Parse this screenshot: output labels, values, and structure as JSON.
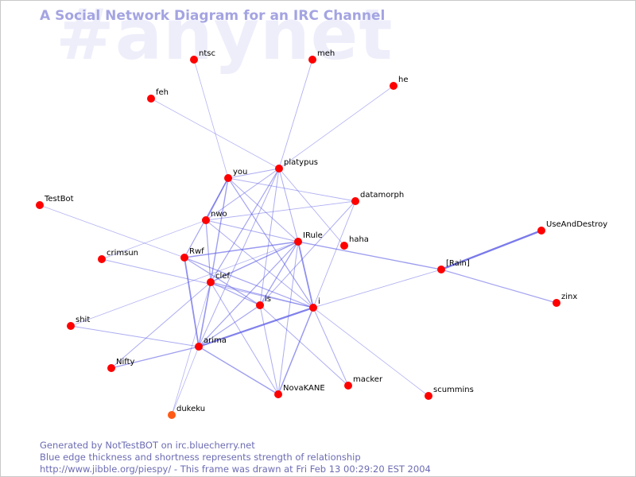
{
  "watermark": "#anynet",
  "title": "A Social Network Diagram for an IRC Channel",
  "footer": {
    "line1": "Generated by NotTestBOT on irc.bluecherry.net",
    "line2": "Blue edge thickness and shortness represents strength of relationship",
    "line3": "http://www.jibble.org/piespy/ - This frame was drawn at Fri Feb 13 00:29:20 EST 2004"
  },
  "colors": {
    "node": "#ff0000",
    "node_recent": "#ff5a14",
    "edge": "#5a5ae6",
    "title": "#a4a4e2",
    "footer": "#6c6cb4"
  },
  "nodes": [
    {
      "id": "ntsc",
      "label": "ntsc"
    },
    {
      "id": "meh",
      "label": "meh"
    },
    {
      "id": "he",
      "label": "he"
    },
    {
      "id": "feh",
      "label": "feh"
    },
    {
      "id": "platypus",
      "label": "platypus"
    },
    {
      "id": "you",
      "label": "you"
    },
    {
      "id": "datamorph",
      "label": "datamorph"
    },
    {
      "id": "TestBot",
      "label": "TestBot"
    },
    {
      "id": "nwo",
      "label": "nwo"
    },
    {
      "id": "IRule",
      "label": "IRule"
    },
    {
      "id": "haha",
      "label": "haha"
    },
    {
      "id": "UseAndDestroy",
      "label": "UseAndDestroy"
    },
    {
      "id": "crimsun",
      "label": "crimsun"
    },
    {
      "id": "Rwf",
      "label": "Rwf"
    },
    {
      "id": "IRainI",
      "label": "[Rain]"
    },
    {
      "id": "clef",
      "label": "clef"
    },
    {
      "id": "zinx",
      "label": "zinx"
    },
    {
      "id": "is",
      "label": "is"
    },
    {
      "id": "i",
      "label": "i"
    },
    {
      "id": "shit",
      "label": "shit"
    },
    {
      "id": "arima",
      "label": "arima"
    },
    {
      "id": "Nifty",
      "label": "Nifty"
    },
    {
      "id": "macker",
      "label": "macker"
    },
    {
      "id": "scummins",
      "label": "scummins"
    },
    {
      "id": "NovaKANE",
      "label": "NovaKANE"
    },
    {
      "id": "dukeku",
      "label": "dukeku",
      "recent": true
    }
  ],
  "edges": [
    {
      "from": "IRainI",
      "to": "UseAndDestroy",
      "strength": 2.4
    },
    {
      "from": "IRainI",
      "to": "zinx",
      "strength": 1.2
    },
    {
      "from": "IRainI",
      "to": "IRule",
      "strength": 1.4
    },
    {
      "from": "IRainI",
      "to": "i",
      "strength": 0.9
    },
    {
      "from": "platypus",
      "to": "meh",
      "strength": 0.9
    },
    {
      "from": "platypus",
      "to": "he",
      "strength": 0.8
    },
    {
      "from": "platypus",
      "to": "feh",
      "strength": 0.8
    },
    {
      "from": "platypus",
      "to": "you",
      "strength": 1.0
    },
    {
      "from": "platypus",
      "to": "nwo",
      "strength": 1.0
    },
    {
      "from": "platypus",
      "to": "haha",
      "strength": 0.9
    },
    {
      "from": "platypus",
      "to": "IRule",
      "strength": 1.0
    },
    {
      "from": "platypus",
      "to": "clef",
      "strength": 1.2
    },
    {
      "from": "platypus",
      "to": "is",
      "strength": 1.0
    },
    {
      "from": "platypus",
      "to": "arima",
      "strength": 1.0
    },
    {
      "from": "ntsc",
      "to": "you",
      "strength": 0.8
    },
    {
      "from": "you",
      "to": "datamorph",
      "strength": 0.9
    },
    {
      "from": "you",
      "to": "nwo",
      "strength": 1.6
    },
    {
      "from": "you",
      "to": "Rwf",
      "strength": 1.2
    },
    {
      "from": "you",
      "to": "clef",
      "strength": 1.4
    },
    {
      "from": "you",
      "to": "IRule",
      "strength": 1.0
    },
    {
      "from": "you",
      "to": "i",
      "strength": 1.2
    },
    {
      "from": "datamorph",
      "to": "is",
      "strength": 1.0
    },
    {
      "from": "datamorph",
      "to": "nwo",
      "strength": 0.9
    },
    {
      "from": "datamorph",
      "to": "i",
      "strength": 0.9
    },
    {
      "from": "TestBot",
      "to": "Rwf",
      "strength": 0.8
    },
    {
      "from": "nwo",
      "to": "crimsun",
      "strength": 0.8
    },
    {
      "from": "nwo",
      "to": "IRule",
      "strength": 1.0
    },
    {
      "from": "nwo",
      "to": "clef",
      "strength": 1.2
    },
    {
      "from": "nwo",
      "to": "i",
      "strength": 1.0
    },
    {
      "from": "IRule",
      "to": "Rwf",
      "strength": 1.5
    },
    {
      "from": "IRule",
      "to": "clef",
      "strength": 1.5
    },
    {
      "from": "IRule",
      "to": "i",
      "strength": 1.8
    },
    {
      "from": "IRule",
      "to": "is",
      "strength": 1.3
    },
    {
      "from": "IRule",
      "to": "arima",
      "strength": 1.2
    },
    {
      "from": "IRule",
      "to": "shit",
      "strength": 0.8
    },
    {
      "from": "IRule",
      "to": "NovaKANE",
      "strength": 1.0
    },
    {
      "from": "Rwf",
      "to": "is",
      "strength": 1.2
    },
    {
      "from": "Rwf",
      "to": "i",
      "strength": 1.2
    },
    {
      "from": "Rwf",
      "to": "arima",
      "strength": 1.8
    },
    {
      "from": "crimsun",
      "to": "i",
      "strength": 0.9
    },
    {
      "from": "clef",
      "to": "is",
      "strength": 1.2
    },
    {
      "from": "clef",
      "to": "i",
      "strength": 1.2
    },
    {
      "from": "clef",
      "to": "arima",
      "strength": 1.6
    },
    {
      "from": "clef",
      "to": "Nifty",
      "strength": 1.0
    },
    {
      "from": "clef",
      "to": "dukeku",
      "strength": 0.8
    },
    {
      "from": "clef",
      "to": "NovaKANE",
      "strength": 1.0
    },
    {
      "from": "is",
      "to": "arima",
      "strength": 1.2
    },
    {
      "from": "is",
      "to": "macker",
      "strength": 1.0
    },
    {
      "from": "is",
      "to": "NovaKANE",
      "strength": 1.0
    },
    {
      "from": "i",
      "to": "arima",
      "strength": 2.2
    },
    {
      "from": "i",
      "to": "NovaKANE",
      "strength": 1.5
    },
    {
      "from": "i",
      "to": "macker",
      "strength": 1.0
    },
    {
      "from": "i",
      "to": "scummins",
      "strength": 0.8
    },
    {
      "from": "arima",
      "to": "shit",
      "strength": 1.0
    },
    {
      "from": "arima",
      "to": "Nifty",
      "strength": 1.4
    },
    {
      "from": "arima",
      "to": "NovaKANE",
      "strength": 1.4
    },
    {
      "from": "arima",
      "to": "dukeku",
      "strength": 0.8
    }
  ]
}
